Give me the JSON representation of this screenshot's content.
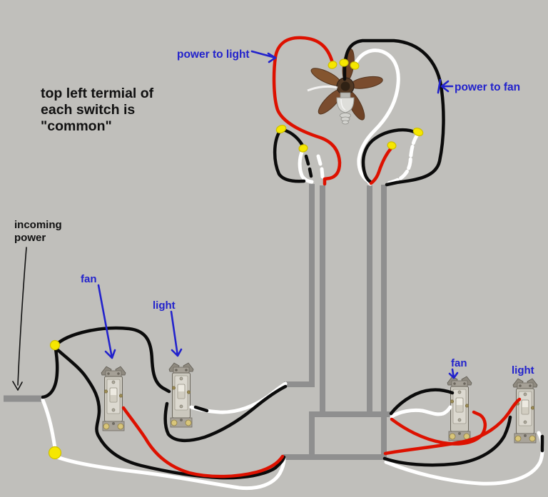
{
  "meta": {
    "description": "Hand-drawn wiring diagram: ceiling fan with light controlled by two pairs of wall switches",
    "diagram_type": "electrical wiring sketch"
  },
  "colors": {
    "background": "#c0bfbb",
    "wire_black": "#0b0b0b",
    "wire_red": "#dd1100",
    "wire_white": "#ffffff",
    "conduit_gray": "#8f8f8f",
    "wire_nut_yellow": "#f6e700",
    "wire_nut_edge": "#cdbf00",
    "annotation_blue": "#2222cc",
    "text_black": "#111111"
  },
  "annotations": {
    "power_to_light": "power to light",
    "power_to_fan": "power to fan",
    "common_note": {
      "line1": "top left termial of",
      "line2": "each switch is",
      "line3": "\"common\""
    },
    "incoming_power": {
      "line1": "incoming",
      "line2": "power"
    },
    "left_switches": {
      "fan": "fan",
      "light": "light"
    },
    "right_switches": {
      "fan": "fan",
      "light": "light"
    }
  },
  "components": {
    "ceiling_fan": "ceiling fan with light kit",
    "switches": [
      "fan switch - left wall box",
      "light switch - left wall box",
      "fan switch - right wall box",
      "light switch - right wall box"
    ],
    "wire_nuts": 9,
    "switch_colors": {
      "body": "#cbc8be",
      "face": "#dcd9d0",
      "toggle": "#edeae1",
      "strap": "#a5a096",
      "brass": "#d9c67a"
    },
    "fan_colors": {
      "blade": "#7a4c2e",
      "blade_edge": "#54351f",
      "hub": "#503723",
      "glass": "#dededa"
    }
  }
}
